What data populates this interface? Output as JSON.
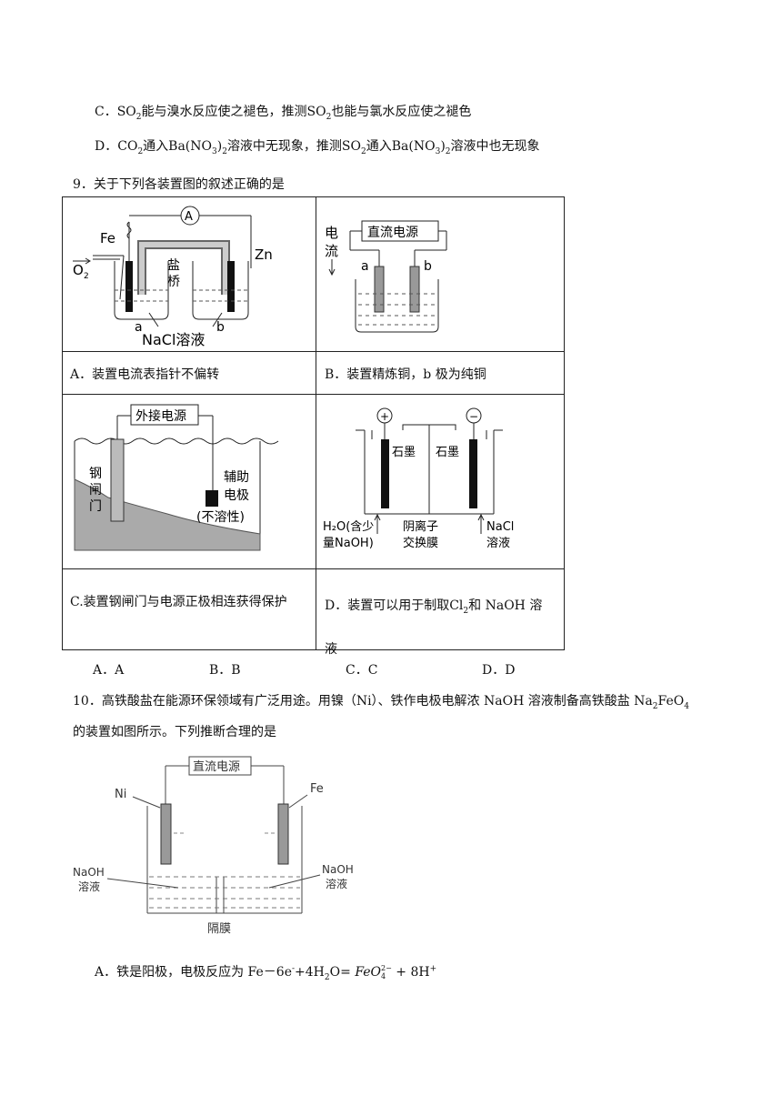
{
  "q8": {
    "optC": {
      "letter": "C．",
      "p1": "SO",
      "s1": "2",
      "p2": "能与溴水反应使之褪色，推测SO",
      "s2": "2",
      "p3": "也能与氯水反应使之褪色"
    },
    "optD": {
      "letter": "D．",
      "p1": "CO",
      "s1": "2",
      "p2": "通入Ba(NO",
      "s2": "3",
      "p3": ")",
      "s3": "2",
      "p4": "溶液中无现象，推测SO",
      "s4": "2",
      "p5": "通入Ba(NO",
      "s5": "3",
      "p6": ")",
      "s6": "2",
      "p7": "溶液中也无现象"
    }
  },
  "q9": {
    "stem": "9．关于下列各装置图的叙述正确的是",
    "figA": {
      "fe": "Fe",
      "zn": "Zn",
      "ammeter": "A",
      "o2": "O",
      "o2sub": "2",
      "saltbridge1": "盐",
      "saltbridge2": "桥",
      "a": "a",
      "b": "b",
      "solution": "NaCl溶液"
    },
    "figB": {
      "current1": "电",
      "current2": "流",
      "power": "直流电源",
      "a": "a",
      "b": "b"
    },
    "figC": {
      "power": "外接电源",
      "gate1": "钢",
      "gate2": "闸",
      "gate3": "门",
      "aux1": "辅助",
      "aux2": "电极",
      "aux3": "(不溶性)"
    },
    "figD": {
      "plus": "+",
      "minus": "−",
      "graphite1": "石墨",
      "graphite2": "石墨",
      "water1": "H₂O(含少",
      "water2": "量NaOH)",
      "membrane1": "阴离子",
      "membrane2": "交换膜",
      "nacl1": "NaCl",
      "nacl2": "溶液"
    },
    "cellA": "A．装置电流表指针不偏转",
    "cellB": "B．装置精炼铜，b 极为纯铜",
    "cellC": "C.装置钢闸门与电源正极相连获得保护",
    "cellD": {
      "p1": "D．装置可以用于制取Cl",
      "s1": "2",
      "p2": "和 NaOH 溶",
      "p3": "液"
    },
    "choices": [
      "A．A",
      "B．B",
      "C．C",
      "D．D"
    ]
  },
  "q10": {
    "stem1": "10．高铁酸盐在能源环保领域有广泛用途。用镍（Ni）、铁作电极电解浓 NaOH 溶液制备高铁酸盐 Na",
    "stem1sub": "2",
    "stem1b": "FeO",
    "stem1sub2": "4",
    "stem2": "的装置如图所示。下列推断合理的是",
    "fig": {
      "power": "直流电源",
      "ni": "Ni",
      "fe": "Fe",
      "naoh1a": "NaOH",
      "naoh1b": "溶液",
      "naoh2a": "NaOH",
      "naoh2b": "溶液",
      "membrane": "隔膜"
    },
    "optA": {
      "p1": "A．铁是阳极，电极反应为 Fe－6e",
      "sup1": "-",
      "p2": "+4H",
      "sub1": "2",
      "p3": "O= ",
      "ion": "FeO",
      "ionsub": "4",
      "ionsup": "2−",
      "p4": " + 8H",
      "sup2": "+"
    }
  }
}
